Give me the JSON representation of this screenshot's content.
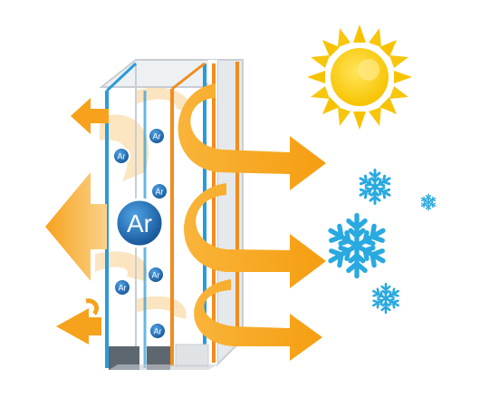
{
  "gas_label": "Ar",
  "gas_bubbles": [
    {
      "label": "Ar"
    },
    {
      "label": "Ar"
    },
    {
      "label": "Ar"
    },
    {
      "label": "Ar"
    },
    {
      "label": "Ar"
    },
    {
      "label": "Ar"
    },
    {
      "label": "Ar"
    }
  ],
  "icons": {
    "sun": "sun-icon",
    "snowflake": "snowflake-icon",
    "arrow": "heat-flow-arrow-icon"
  },
  "colors": {
    "sun_outer": "#f7c300",
    "sun_inner": "#ffde3a",
    "arrow_orange": "#f5a623",
    "arrow_light": "#fcd89a",
    "ghost_arrow": "#fbe1b6",
    "frame_blue": "#2b9ad8",
    "frame_orange": "#f28c1f",
    "glass_grey": "#c9ced3",
    "spacer_dark": "#5d6770",
    "snowflake_blue": "#29a9e0",
    "ar_bubble": "#1e73b8"
  }
}
